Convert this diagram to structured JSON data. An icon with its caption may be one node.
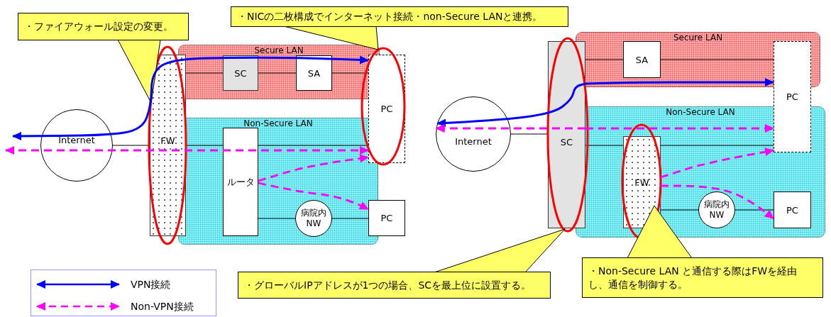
{
  "diagram": {
    "nodes": [
      {
        "text": [
          "・ファイアウォール設定の変更。"
        ]
      },
      {
        "text": [
          "・NICの二枚構成でインターネット接続・non-Secure LANと連携。"
        ]
      },
      {
        "text": [
          "Secure LAN"
        ]
      },
      {
        "text": [
          "SC"
        ],
        "in": 2
      },
      {
        "text": [
          "SA"
        ],
        "in": 2
      },
      {
        "text": [
          "Non-Secure LAN"
        ]
      },
      {
        "text": [
          "ルータ"
        ],
        "in": 5
      },
      {
        "text": [
          "病院内NW"
        ],
        "in": 5
      },
      {
        "text": [
          "PC"
        ]
      },
      {
        "text": [
          "Internet"
        ]
      },
      {
        "text": [
          "FW"
        ]
      },
      {
        "text": [
          "PC"
        ]
      },
      {
        "text": [
          "Secure LAN"
        ]
      },
      {
        "text": [
          "SA"
        ],
        "in": 12
      },
      {
        "text": [
          "Non-Secure LAN"
        ]
      },
      {
        "text": [
          "FW"
        ],
        "in": 14
      },
      {
        "text": [
          "病院内NW"
        ],
        "in": 14
      },
      {
        "text": [
          "PC"
        ],
        "in": 14
      },
      {
        "text": [
          "Internet"
        ]
      },
      {
        "text": [
          "SC"
        ]
      },
      {
        "text": [
          "PC"
        ]
      },
      {
        "text": [
          "・グローバルIPアドレスが1つの場合、SCを最上位に設置する。"
        ]
      },
      {
        "text": [
          "・Non-Secure LAN と通信する際はFWを経由し、通信を制御する。"
        ]
      }
    ],
    "edges": [
      {
        "from": 9,
        "to": 10,
        "arrow": "none"
      },
      {
        "from": 10,
        "to": 3,
        "arrow": "none"
      },
      {
        "from": 3,
        "to": 4,
        "arrow": "none"
      },
      {
        "from": 4,
        "to": 11,
        "arrow": "none"
      },
      {
        "from": 10,
        "to": 6,
        "arrow": "none"
      },
      {
        "from": 6,
        "to": 11,
        "arrow": "none"
      },
      {
        "from": 6,
        "to": 7,
        "arrow": "none"
      },
      {
        "from": 7,
        "to": 8,
        "arrow": "none"
      },
      {
        "from": null,
        "to": 11,
        "arrow": "both",
        "style": "thick",
        "color": "#0000ff"
      },
      {
        "from": null,
        "to": 11,
        "arrow": "both",
        "style": "dashed",
        "color": "#ff00ff"
      },
      {
        "from": 6,
        "to": 11,
        "arrow": "to",
        "style": "dashed",
        "color": "#ff00ff"
      },
      {
        "from": 6,
        "to": 8,
        "arrow": "to",
        "style": "dashed",
        "color": "#ff00ff"
      },
      {
        "from": 18,
        "to": 19,
        "arrow": "none"
      },
      {
        "from": 19,
        "to": 13,
        "arrow": "none"
      },
      {
        "from": 13,
        "to": 20,
        "arrow": "none"
      },
      {
        "from": 19,
        "to": 15,
        "arrow": "none"
      },
      {
        "from": 15,
        "to": 20,
        "arrow": "none"
      },
      {
        "from": 15,
        "to": 16,
        "arrow": "none"
      },
      {
        "from": 16,
        "to": 17,
        "arrow": "none"
      },
      {
        "from": 19,
        "to": 18,
        "arrow": "to",
        "style": "thick",
        "color": "#0000ff"
      },
      {
        "from": 19,
        "to": 18,
        "arrow": "to",
        "style": "dashed",
        "color": "#ff00ff"
      },
      {
        "from": 19,
        "to": 20,
        "arrow": "to",
        "style": "thick",
        "color": "#0000ff"
      },
      {
        "from": 19,
        "to": 20,
        "arrow": "to",
        "style": "dashed",
        "color": "#ff00ff"
      },
      {
        "from": 15,
        "to": 20,
        "arrow": "to",
        "style": "dashed",
        "color": "#ff00ff"
      },
      {
        "from": 15,
        "to": 17,
        "arrow": "to",
        "style": "dashed",
        "color": "#ff00ff"
      }
    ],
    "legend": [
      {
        "text": "VPN接続"
      },
      {
        "text": "Non-VPN接続"
      }
    ]
  }
}
